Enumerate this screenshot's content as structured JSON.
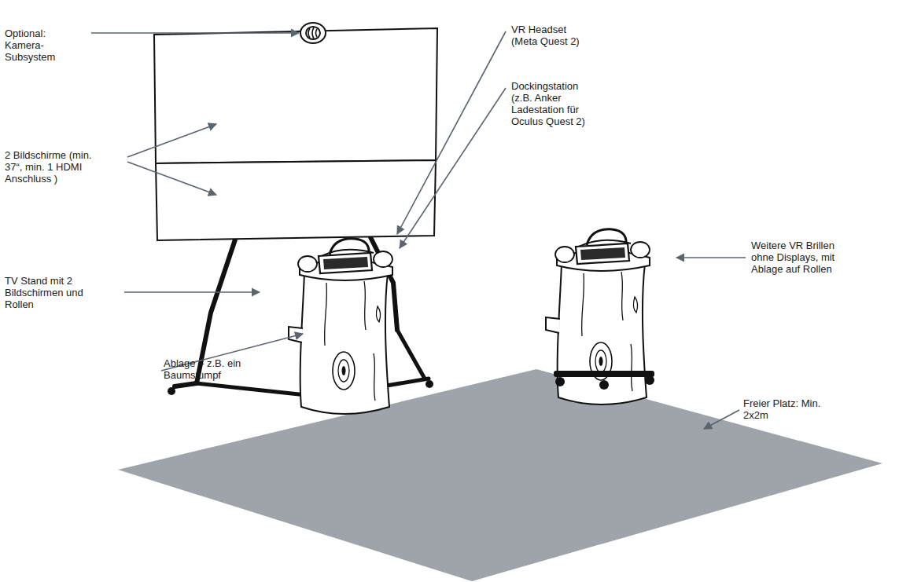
{
  "diagram": {
    "labels": [
      "Optional: Kamera-Subsystem",
      "VR Headset (Meta Quest 2)",
      "Dockingstation (z.B. Anker Ladestation für Oculus Quest 2)",
      "2 Bildschirme (min. 37“, min. 1 HDMI Anschluss )",
      "TV Stand mit 2 Bildschirmen und Rollen",
      "Weitere VR Brillen ohne Displays, mit Ablage auf Rollen",
      "Ablage – z.B. ein Baumstumpf",
      "Freier Platz: Min. 2x2m"
    ]
  }
}
